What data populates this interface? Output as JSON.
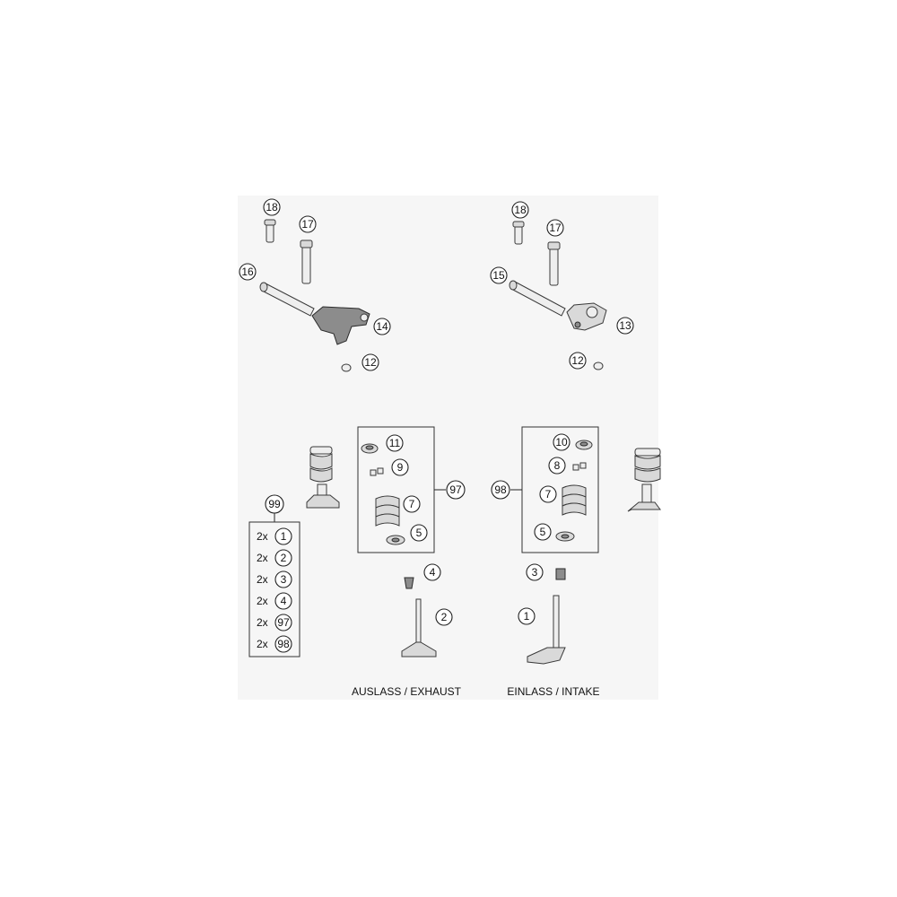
{
  "labels": {
    "exhaust": "AUSLASS / EXHAUST",
    "intake": "EINLASS / INTAKE"
  },
  "callouts": {
    "c18_left": "18",
    "c17_left": "17",
    "c16": "16",
    "c14": "14",
    "c12_left": "12",
    "c18_right": "18",
    "c17_right": "17",
    "c15": "15",
    "c13": "13",
    "c12_right": "12",
    "c11": "11",
    "c9": "9",
    "c7_left": "7",
    "c5_left": "5",
    "c97": "97",
    "c10": "10",
    "c8": "8",
    "c7_right": "7",
    "c5_right": "5",
    "c98": "98",
    "c4": "4",
    "c2": "2",
    "c3": "3",
    "c1": "1",
    "c99": "99"
  },
  "kit_99": {
    "items": [
      {
        "qty": "2x",
        "ref": "1"
      },
      {
        "qty": "2x",
        "ref": "2"
      },
      {
        "qty": "2x",
        "ref": "3"
      },
      {
        "qty": "2x",
        "ref": "4"
      },
      {
        "qty": "2x",
        "ref": "97"
      },
      {
        "qty": "2x",
        "ref": "98"
      }
    ]
  }
}
